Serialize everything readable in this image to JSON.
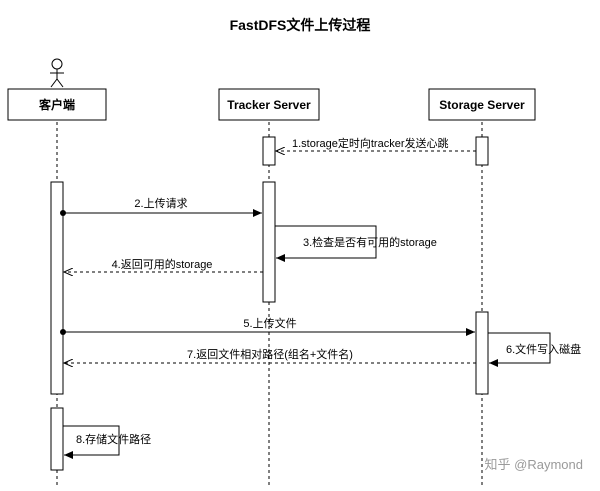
{
  "title": "FastDFS文件上传过程",
  "participants": {
    "client": "客户端",
    "tracker": "Tracker Server",
    "storage": "Storage Server"
  },
  "messages": {
    "m1": "1.storage定时向tracker发送心跳",
    "m2": "2.上传请求",
    "m3": "3.检查是否有可用的storage",
    "m4": "4.返回可用的storage",
    "m5": "5.上传文件",
    "m6": "6.文件写入磁盘",
    "m7": "7.返回文件相对路径(组名+文件名)",
    "m8": "8.存储文件路径"
  },
  "watermark": "知乎 @Raymond"
}
